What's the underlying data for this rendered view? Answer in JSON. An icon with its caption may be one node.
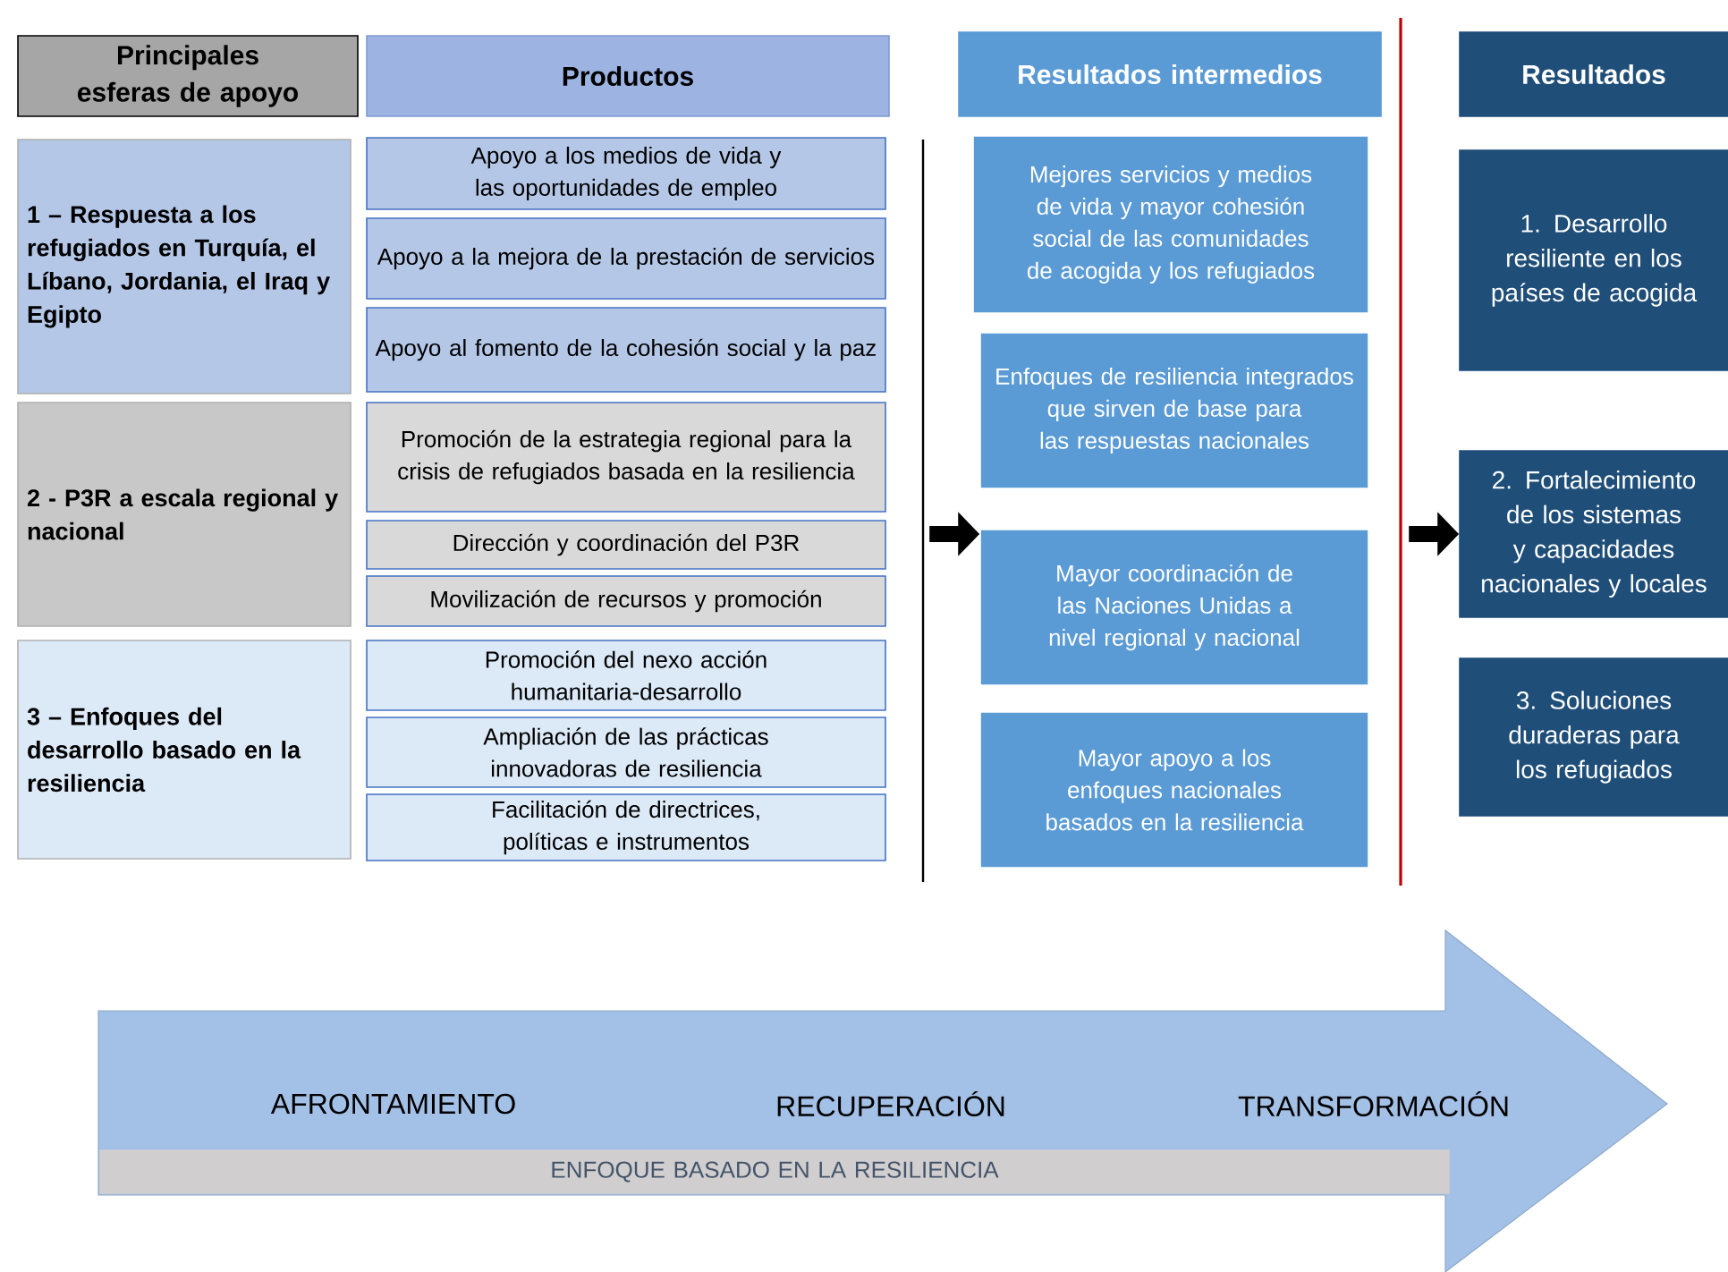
{
  "diagram": {
    "nodes": [
      {
        "text": [
          "Principales esferas de apoyo"
        ]
      },
      {
        "text": [
          "Productos"
        ]
      },
      {
        "text": [
          "Resultados intermedios"
        ]
      },
      {
        "text": [
          "Resultados"
        ]
      },
      {
        "text": [
          "1 – Respuesta a los refugiados en Turquía, el Líbano, Jordania, el Iraq y Egipto"
        ]
      },
      {
        "text": [
          "2 - P3R a escala regional y nacional"
        ]
      },
      {
        "text": [
          "3 – Enfoques del desarrollo basado en la resiliencia"
        ]
      },
      {
        "text": [
          "Apoyo a los medios de vida y las oportunidades de empleo"
        ]
      },
      {
        "text": [
          "Apoyo a la mejora de la prestación de servicios"
        ]
      },
      {
        "text": [
          "Apoyo al fomento de la cohesión social y la paz"
        ]
      },
      {
        "text": [
          "Promoción de la estrategia regional para la crisis de refugiados basada en la resiliencia"
        ]
      },
      {
        "text": [
          "Dirección y coordinación del P3R"
        ]
      },
      {
        "text": [
          "Movilización de recursos y promoción"
        ]
      },
      {
        "text": [
          "Promoción del nexo acción humanitaria-desarrollo"
        ]
      },
      {
        "text": [
          "Ampliación de las prácticas innovadoras de resiliencia"
        ]
      },
      {
        "text": [
          "Facilitación de directrices, políticas e instrumentos"
        ]
      },
      {
        "text": [
          "Mejores servicios y medios de vida y mayor cohesión social de las comunidades de acogida y los refugiados"
        ]
      },
      {
        "text": [
          "Enfoques de resiliencia integrados que sirven de base para las respuestas nacionales"
        ]
      },
      {
        "text": [
          "Mayor coordinación de las Naciones Unidas a nivel regional y nacional"
        ]
      },
      {
        "text": [
          "Mayor apoyo a los enfoques nacionales basados en la resiliencia"
        ]
      },
      {
        "text": [
          "1. Desarrollo resiliente en los países de acogida"
        ]
      },
      {
        "text": [
          "2. Fortalecimiento de los sistemas y capacidades nacionales y locales"
        ]
      },
      {
        "text": [
          "3. Soluciones duraderas para los refugiados"
        ]
      },
      {
        "text": [
          "AFRONTAMIENTO",
          "RECUPERACIÓN",
          "TRANSFORMACIÓN"
        ]
      },
      {
        "text": [
          "ENFOQUE BASADO EN LA RESILIENCIA"
        ],
        "in": 23
      }
    ],
    "edges": [
      {
        "from": null,
        "to": 18,
        "arrow": "to"
      },
      {
        "from": null,
        "to": 21,
        "arrow": "to"
      }
    ]
  }
}
